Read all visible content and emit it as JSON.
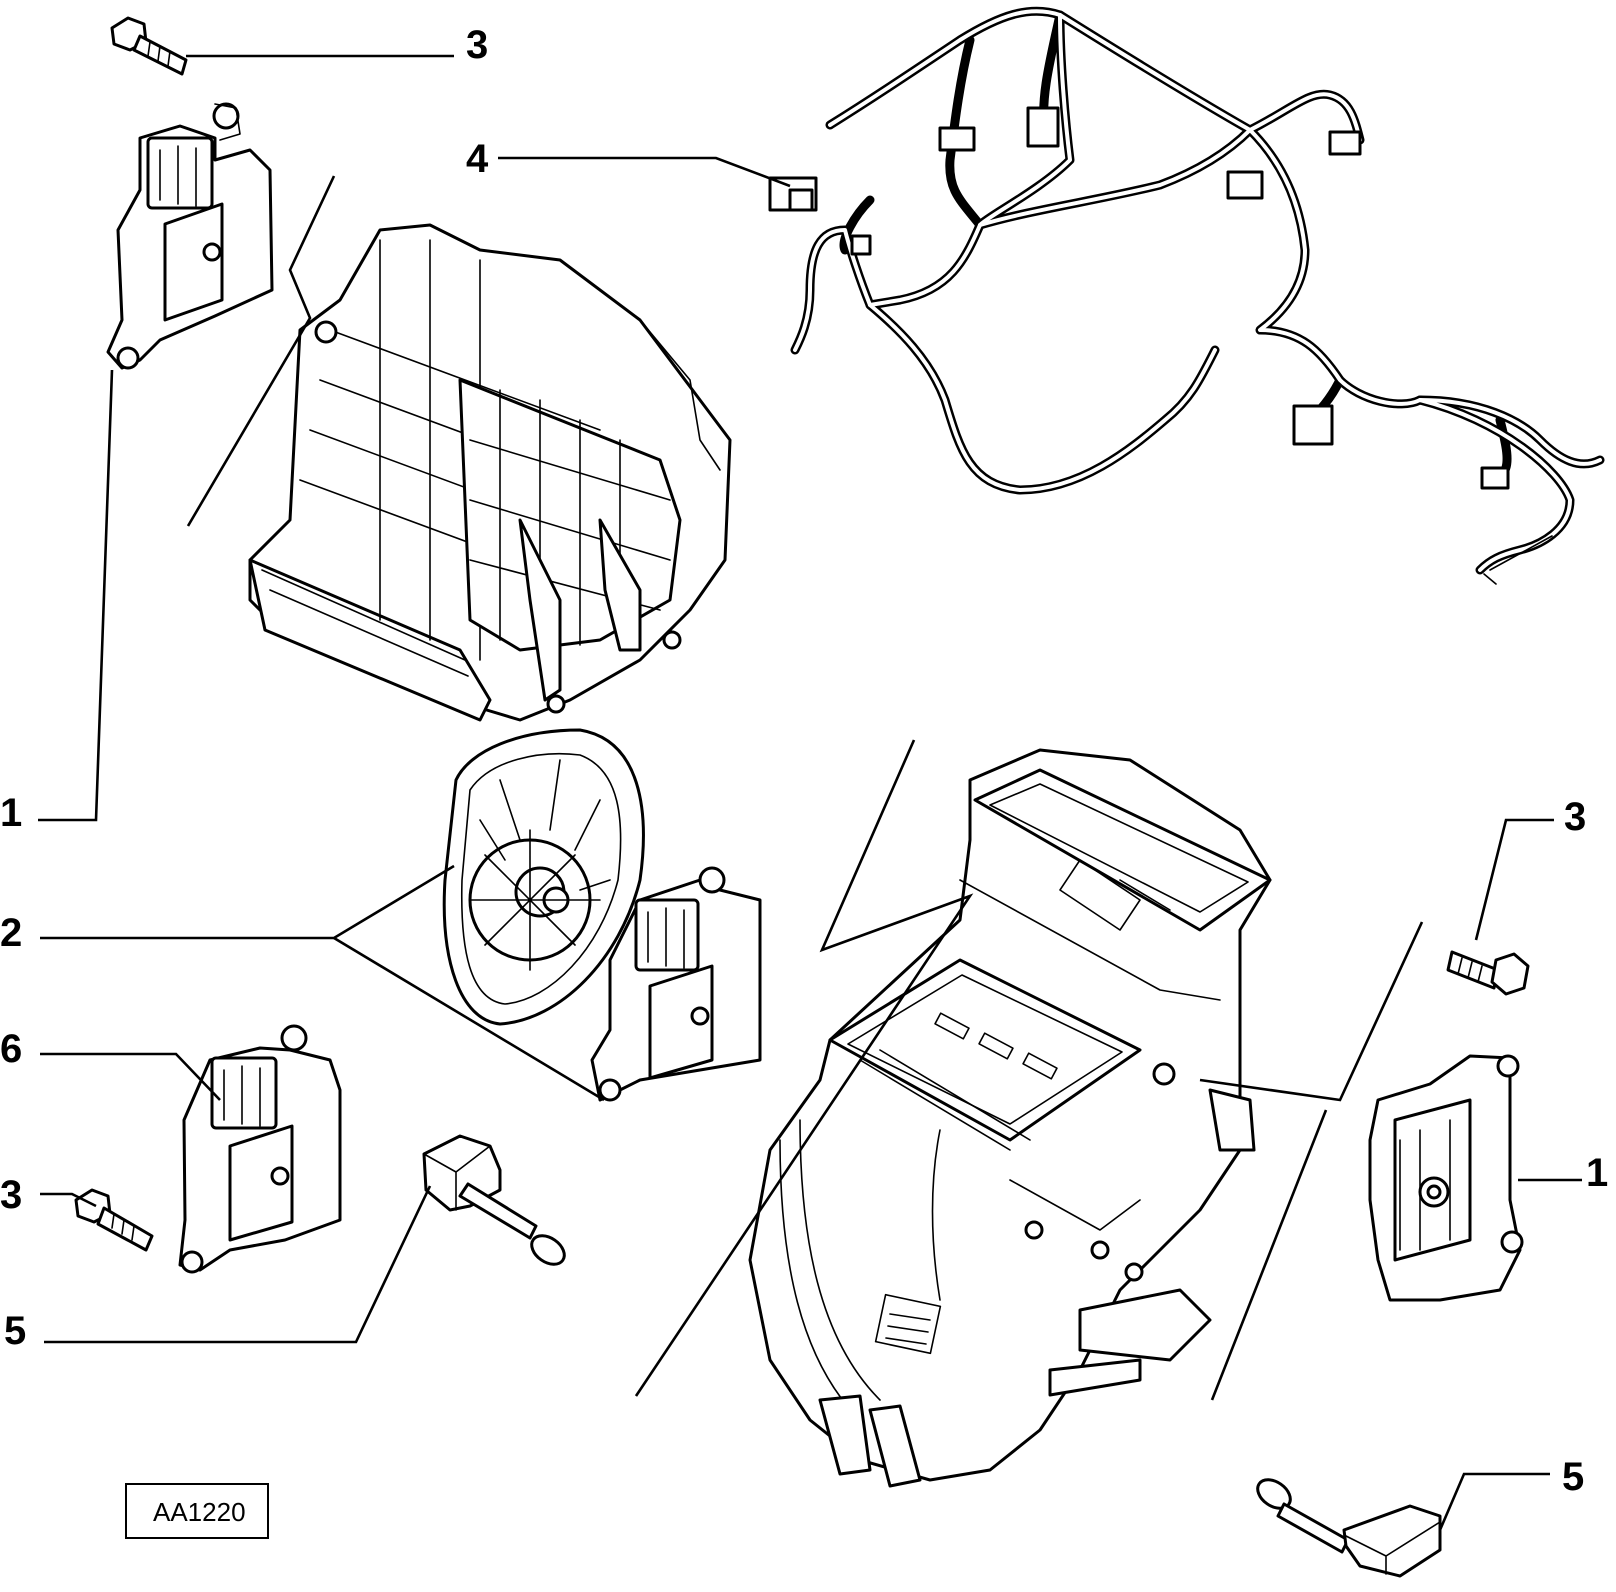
{
  "diagram": {
    "reference_code": "AA1220",
    "callouts": [
      {
        "id": "c3a",
        "text": "3"
      },
      {
        "id": "c4",
        "text": "4"
      },
      {
        "id": "c1a",
        "text": "1"
      },
      {
        "id": "c2",
        "text": "2"
      },
      {
        "id": "c6",
        "text": "6"
      },
      {
        "id": "c3b",
        "text": "3"
      },
      {
        "id": "c5a",
        "text": "5"
      },
      {
        "id": "c3c",
        "text": "3"
      },
      {
        "id": "c1b",
        "text": "1"
      },
      {
        "id": "c5b",
        "text": "5"
      }
    ]
  }
}
